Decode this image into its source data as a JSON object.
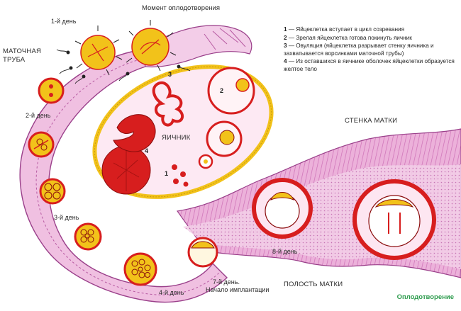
{
  "labels": {
    "fertilization_moment": "Момент оплодотворения",
    "day1": "1-й день",
    "tube_line1": "МАТОЧНАЯ",
    "tube_line2": "ТРУБА",
    "day2": "2-й день",
    "day3": "3-й день",
    "day4": "4-й день",
    "day7_line1": "7-й день.",
    "day7_line2": "Начало имплантации",
    "day8": "8-й день",
    "ovary": "ЯИЧНИК",
    "uterine_wall": "СТЕНКА МАТКИ",
    "uterine_cavity": "ПОЛОСТЬ МАТКИ"
  },
  "markers": {
    "m1": "1",
    "m2": "2",
    "m3": "3",
    "m4": "4"
  },
  "legend": [
    {
      "num": "1",
      "text": " — Яйцеклетка вступает в цикл созревания"
    },
    {
      "num": "2",
      "text": " — Зрелая яйцеклетка готова покинуть яичник"
    },
    {
      "num": "3",
      "text": " — Овуляция (яйцеклетка разрывает стенку яичника и захватывается ворсинками маточной трубы)"
    },
    {
      "num": "4",
      "text": " — Из оставшихся в яичнике оболочек яйцеклетки образуется желтое тело"
    }
  ],
  "caption": "Оплодотворение",
  "colors": {
    "tissue_pink": "#e9a9d4",
    "tissue_outline": "#9a3f8a",
    "ovary_yellow": "#f2c21a",
    "cell_red": "#d71e1e",
    "caption_green": "#2e9c4e"
  }
}
